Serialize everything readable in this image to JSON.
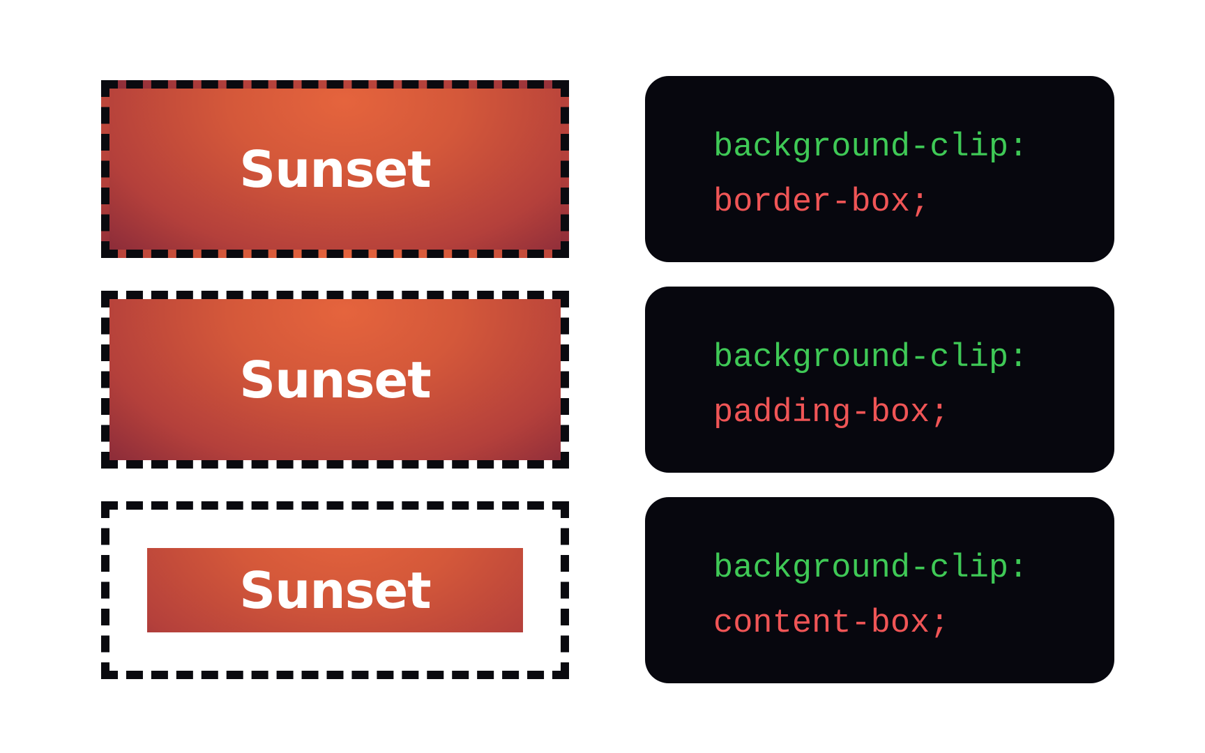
{
  "rows": [
    {
      "demo_text": "Sunset",
      "code": {
        "property": "background-clip:",
        "value": "border-box;"
      }
    },
    {
      "demo_text": "Sunset",
      "code": {
        "property": "background-clip:",
        "value": "padding-box;"
      }
    },
    {
      "demo_text": "Sunset",
      "code": {
        "property": "background-clip:",
        "value": "content-box;"
      }
    }
  ],
  "colors": {
    "border": "#0a0a0f",
    "gradient_light": "#e5643d",
    "gradient_dark": "#8c2c39",
    "code_bg": "#07070e",
    "property_text": "#3fc956",
    "value_text": "#f05556"
  }
}
